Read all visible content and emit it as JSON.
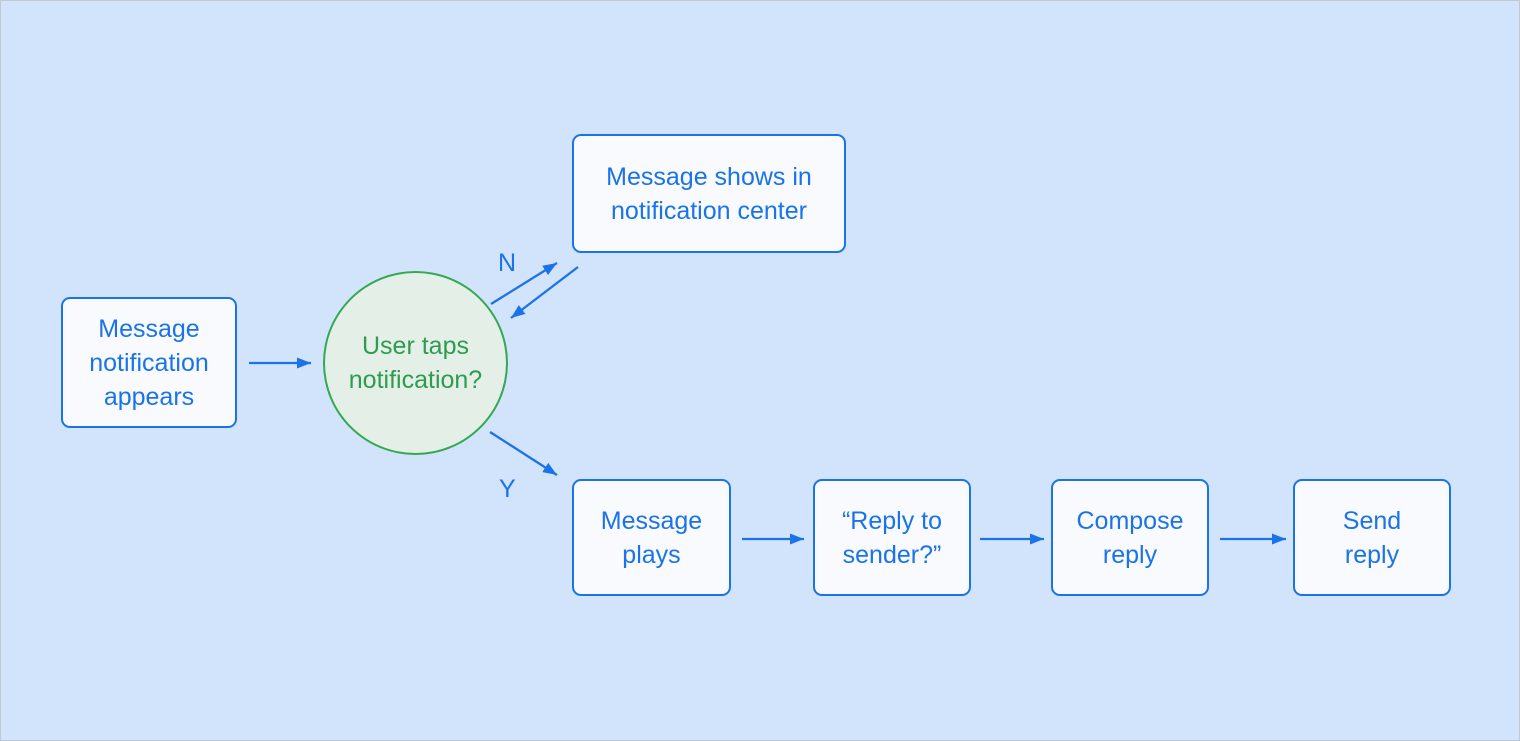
{
  "palette": {
    "background": "#d2e3fc",
    "flow_blue": "#1a73e8",
    "box_fill": "#f8fafd",
    "decision_border": "#34a853",
    "decision_fill": "#e4f0e7",
    "decision_text": "#2e9b50"
  },
  "nodes": {
    "message_notification_appears": {
      "label": "Message\nnotification\nappears"
    },
    "user_taps_notification": {
      "label": "User taps\nnotification?"
    },
    "message_shows_in_notification_center": {
      "label": "Message shows in\nnotification center"
    },
    "message_plays": {
      "label": "Message\nplays"
    },
    "reply_to_sender": {
      "label": "“Reply to\nsender?”"
    },
    "compose_reply": {
      "label": "Compose\nreply"
    },
    "send_reply": {
      "label": "Send\nreply"
    }
  },
  "edge_labels": {
    "no": "N",
    "yes": "Y"
  }
}
